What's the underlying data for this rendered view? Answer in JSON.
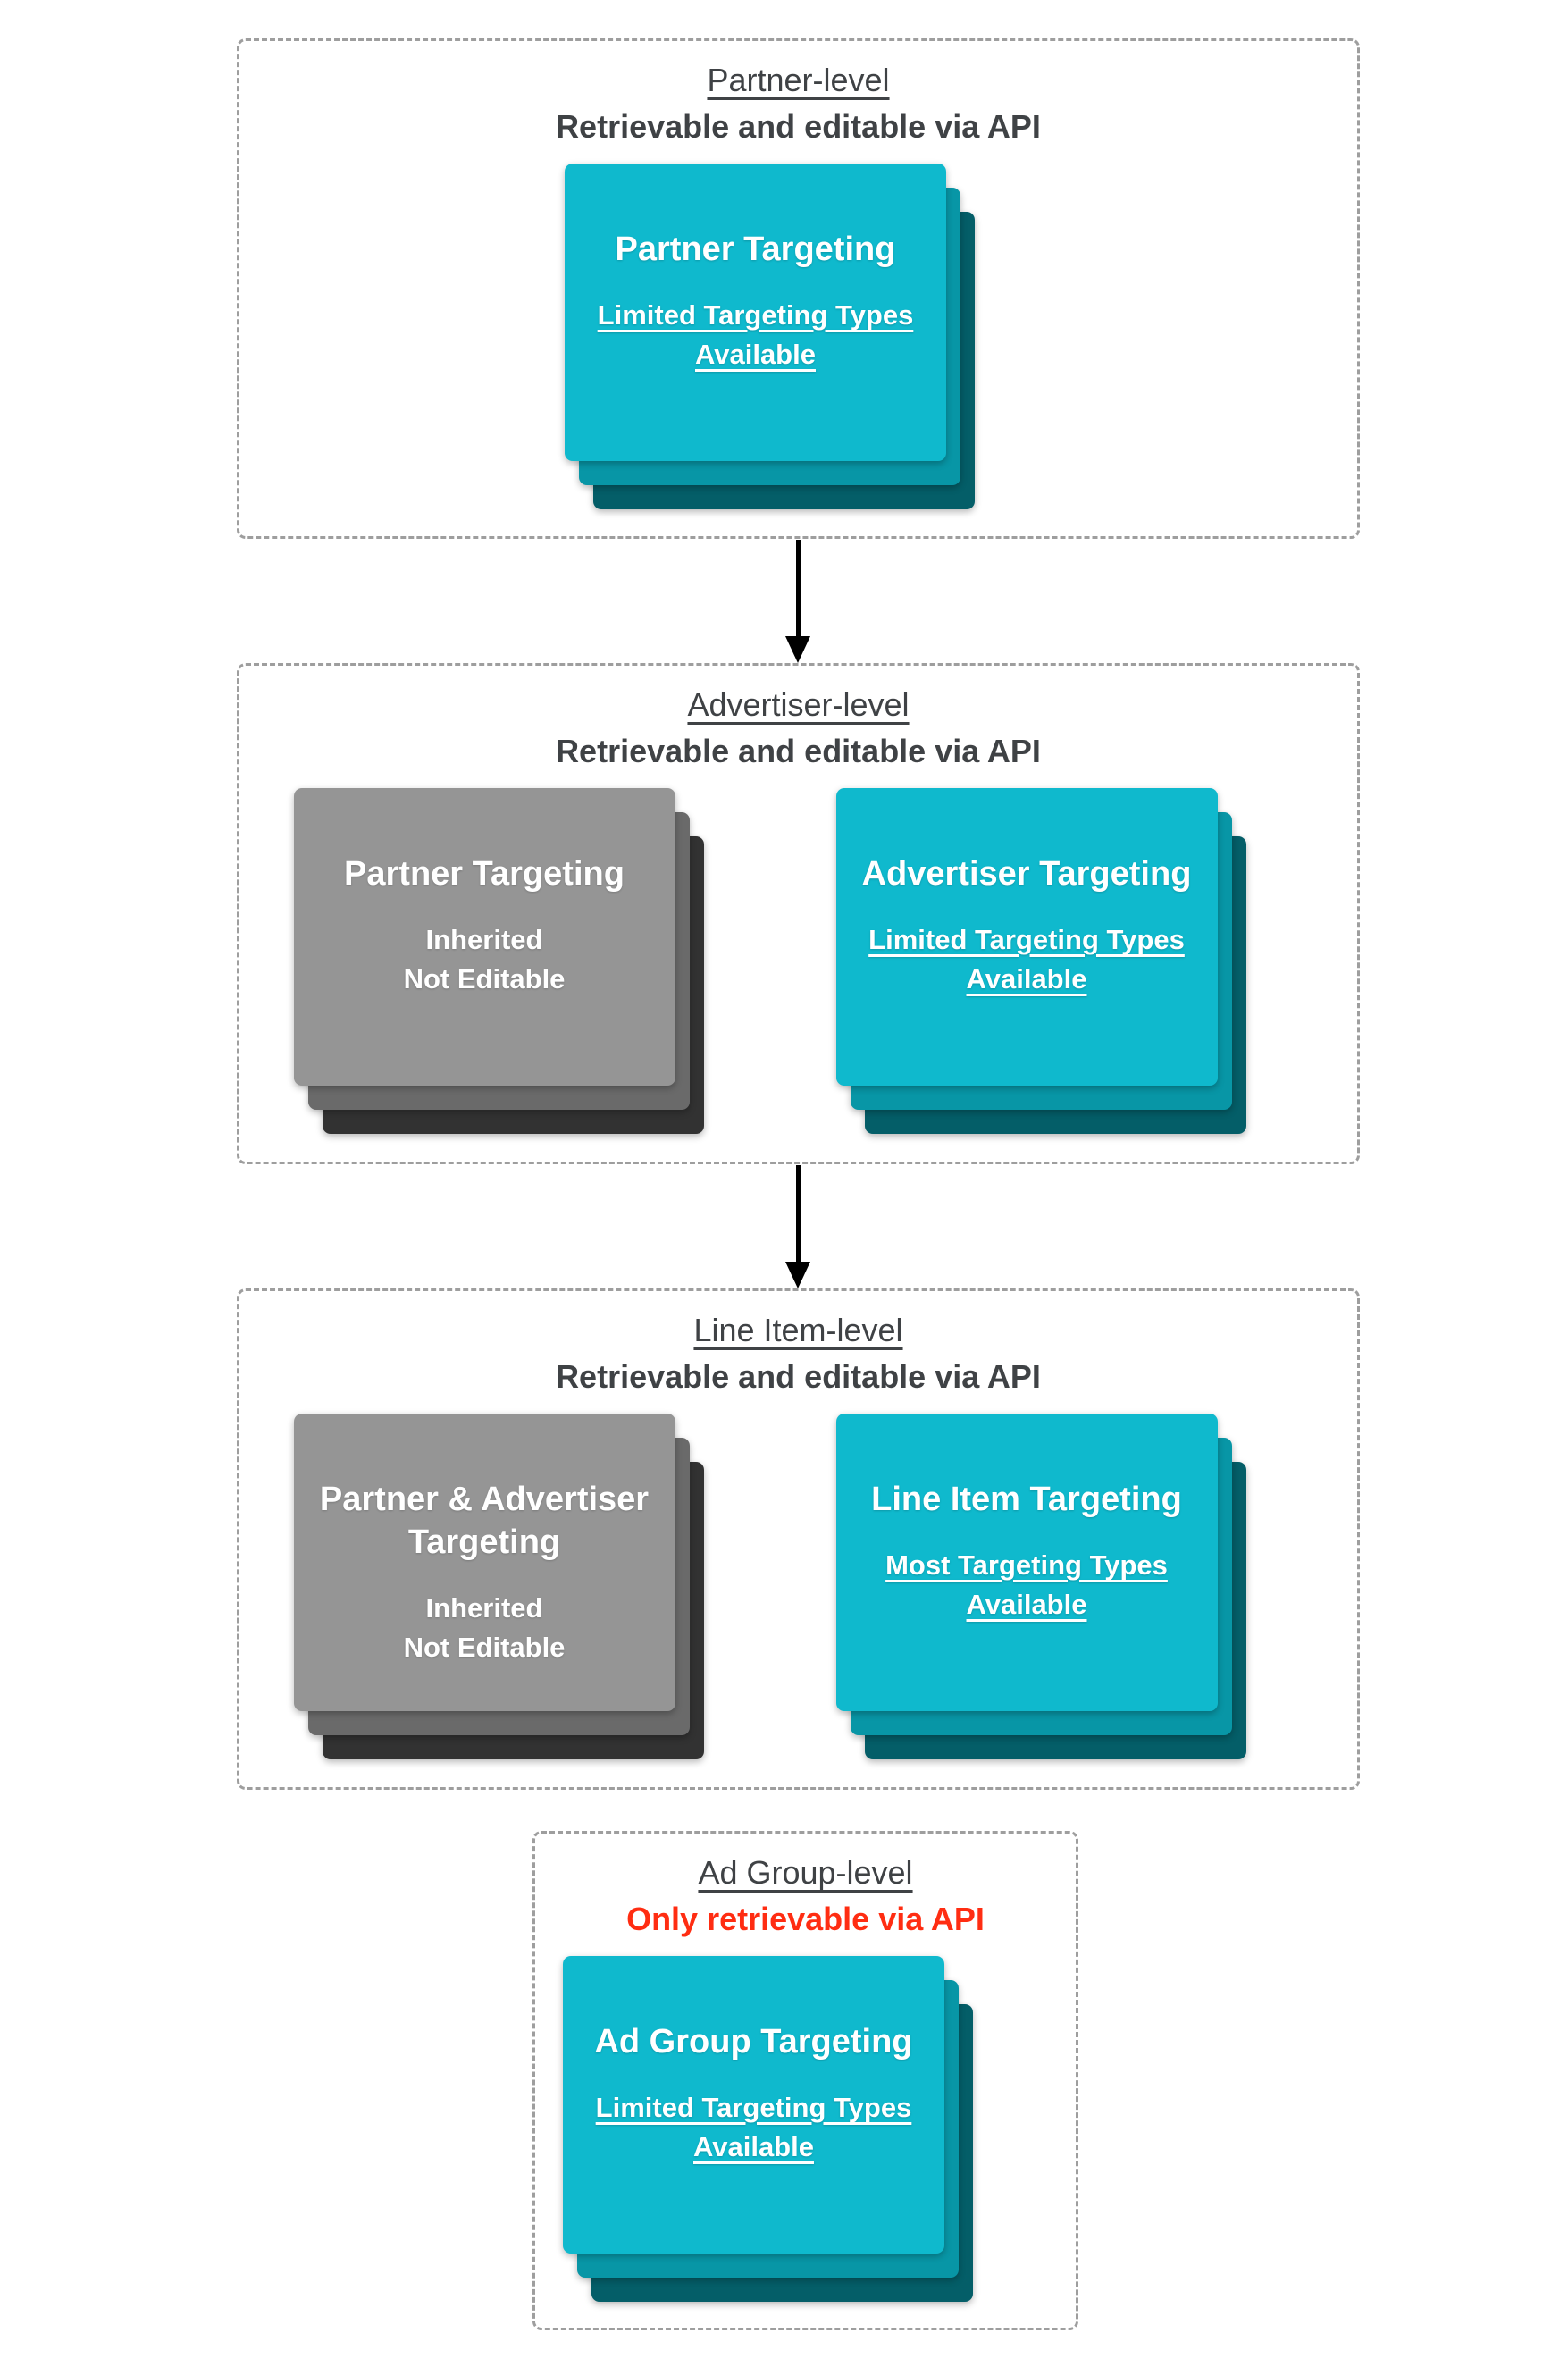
{
  "colors": {
    "cyan_card": "#0FB9CD",
    "cyan_mid": "#0896A6",
    "cyan_dark": "#045E68",
    "gray_card": "#959595",
    "gray_mid": "#6A6A6A",
    "gray_dark": "#323232",
    "heading": "#3F4245",
    "red": "#FF2D12",
    "border": "#9E9E9E",
    "arrow": "#000000"
  },
  "sections": [
    {
      "title": "Partner-level",
      "subtitle": "Retrievable and editable via API",
      "cards": [
        {
          "variant": "cyan",
          "title": "Partner Targeting",
          "lines": [
            "Limited Targeting Types",
            "Available"
          ],
          "underlined": true
        }
      ]
    },
    {
      "title": "Advertiser-level",
      "subtitle": "Retrievable and editable via API",
      "cards": [
        {
          "variant": "gray",
          "title": "Partner Targeting",
          "lines": [
            "Inherited",
            "Not Editable"
          ],
          "underlined": false
        },
        {
          "variant": "cyan",
          "title": "Advertiser Targeting",
          "lines": [
            "Limited Targeting Types",
            "Available"
          ],
          "underlined": true
        }
      ]
    },
    {
      "title": "Line Item-level",
      "subtitle": "Retrievable and editable via API",
      "cards": [
        {
          "variant": "gray",
          "title": "Partner & Advertiser Targeting",
          "lines": [
            "Inherited",
            "Not Editable"
          ],
          "underlined": false
        },
        {
          "variant": "cyan",
          "title": "Line Item Targeting",
          "lines": [
            "Most Targeting Types",
            "Available"
          ],
          "underlined": true
        }
      ]
    },
    {
      "title": "Ad Group-level",
      "subtitle": "Only retrievable via API",
      "cards": [
        {
          "variant": "cyan",
          "title": "Ad Group Targeting",
          "lines": [
            "Limited Targeting Types",
            "Available"
          ],
          "underlined": true
        }
      ]
    }
  ]
}
